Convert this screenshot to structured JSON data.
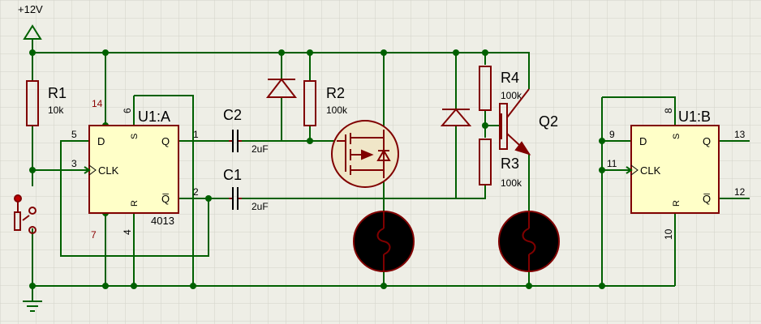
{
  "colors": {
    "background": "#eeeee6",
    "grid": "#d2d2c8",
    "wire": "#006000",
    "component": "#800000",
    "chip_fill": "#ffffc8",
    "pin_number": "#8b0000",
    "text": "#000000",
    "lamp_fill": "#000000",
    "lamp_ring": "#800000"
  },
  "supply": {
    "label": "+12V"
  },
  "resistors": [
    {
      "ref": "R1",
      "value": "10k"
    },
    {
      "ref": "R2",
      "value": "100k"
    },
    {
      "ref": "R4",
      "value": "100k"
    },
    {
      "ref": "R3",
      "value": "100k"
    }
  ],
  "capacitors": [
    {
      "ref": "C2",
      "value": "2uF"
    },
    {
      "ref": "C1",
      "value": "2uF"
    }
  ],
  "transistor": {
    "ref": "Q2"
  },
  "chip_a": {
    "ref": "U1:A",
    "part": "4013",
    "pins": {
      "d": "D",
      "clk": "CLK",
      "s": "S",
      "r": "R",
      "q": "Q",
      "qbar": "Q̅"
    },
    "pin_numbers": {
      "vdd": "14",
      "s": "6",
      "d": "5",
      "clk": "3",
      "q": "1",
      "qbar": "2",
      "r": "4",
      "vss": "7"
    }
  },
  "chip_b": {
    "ref": "U1:B",
    "pins": {
      "d": "D",
      "clk": "CLK",
      "s": "S",
      "r": "R",
      "q": "Q",
      "qbar": "Q̅"
    },
    "pin_numbers": {
      "s": "8",
      "d": "9",
      "clk": "11",
      "q": "13",
      "qbar": "12",
      "r": "10"
    }
  }
}
